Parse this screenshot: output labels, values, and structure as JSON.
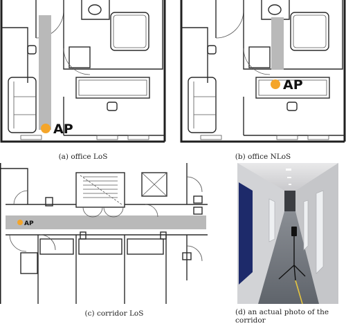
{
  "panels": {
    "a": {
      "caption": "(a) office LoS",
      "ap_label": "AP"
    },
    "b": {
      "caption": "(b) office NLoS",
      "ap_label": "AP"
    },
    "c": {
      "caption": "(c) corridor LoS",
      "ap_label": "AP"
    },
    "d": {
      "caption": "(d) an actual photo of the corridor"
    }
  },
  "colors": {
    "ap_marker": "#f4a52a",
    "measurement_path": "#b9b9b9",
    "wall": "#2a2a2a"
  }
}
